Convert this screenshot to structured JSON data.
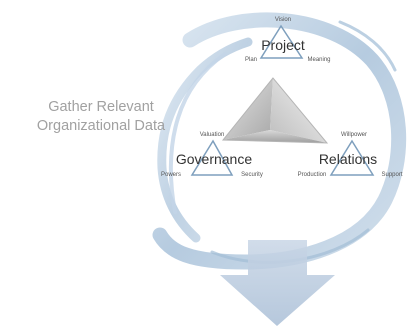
{
  "side_label": {
    "line1": "Gather Relevant",
    "line2": "Organizational Data"
  },
  "nodes": {
    "project": {
      "title": "Project",
      "top": "Vision",
      "left": "Plan",
      "right": "Meaning"
    },
    "governance": {
      "title": "Governance",
      "top": "Valuation",
      "left": "Powers",
      "right": "Security"
    },
    "relations": {
      "title": "Relations",
      "top": "Willpower",
      "left": "Production",
      "right": "Support"
    }
  },
  "colors": {
    "ring": "#b9cfe3",
    "ring_dark": "#8fb0ce",
    "triangle_outline": "#7e9fbd",
    "arrow": "#b7c8dd",
    "label_grey": "#a1a1a1"
  }
}
